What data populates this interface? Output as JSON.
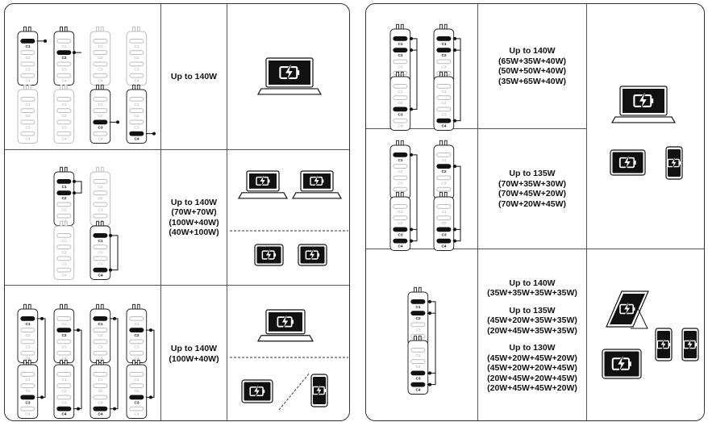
{
  "ports": {
    "c1": "C1",
    "c2": "C2",
    "c3": "C3",
    "c4": "C4"
  },
  "left": {
    "row1": {
      "line1": "Up to 140W"
    },
    "row2": {
      "line1": "Up to 140W",
      "line2": "(70W+70W)",
      "line3": "(100W+40W)",
      "line4": "(40W+100W)"
    },
    "row3": {
      "line1": "Up to 140W",
      "line2": "(100W+40W)"
    }
  },
  "right": {
    "row1": {
      "line1": "Up to 140W",
      "line2": "(65W+35W+40W)",
      "line3": "(50W+50W+40W)",
      "line4": "(35W+65W+40W)"
    },
    "row2": {
      "line1": "Up to 135W",
      "line2": "(70W+35W+30W)",
      "line3": "(70W+45W+20W)",
      "line4": "(70W+20W+45W)"
    },
    "row3": {
      "a1": "Up to 140W",
      "a2": "(35W+35W+35W+35W)",
      "b1": "Up to 135W",
      "b2": "(45W+20W+35W+35W)",
      "b3": "(20W+45W+35W+35W)",
      "c1": "Up to 130W",
      "c2": "(45W+20W+45W+20W)",
      "c3": "(45W+20W+20W+45W)",
      "c4": "(20W+45W+20W+45W)",
      "c5": "(20W+45W+45W+20W)"
    }
  },
  "icons": [
    "charger-icon",
    "laptop-icon",
    "tablet-icon",
    "phone-icon",
    "battery-bolt-icon"
  ]
}
